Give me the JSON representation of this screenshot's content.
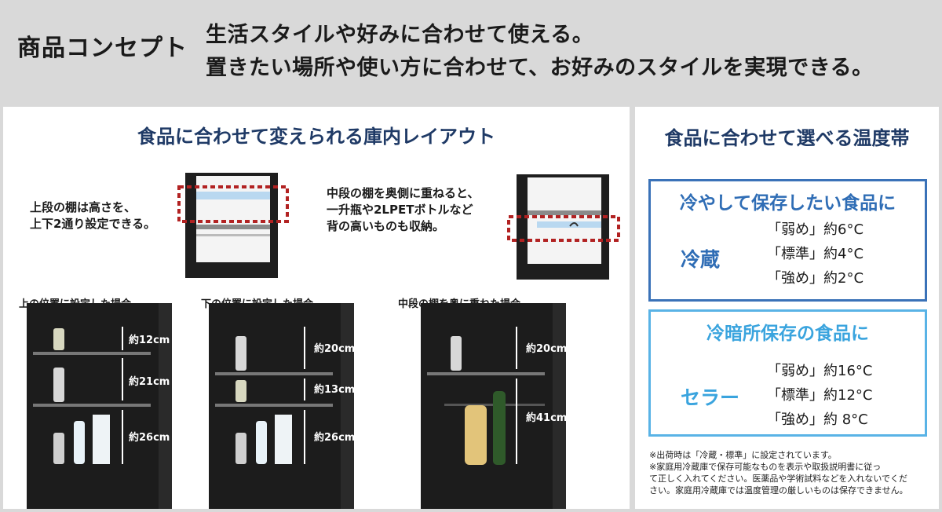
{
  "header": {
    "title": "商品コンセプト",
    "line1": "生活スタイルや好みに合わせて使える。",
    "line2": "置きたい場所や使い方に合わせて、お好みのスタイルを実現できる。"
  },
  "layout_section": {
    "title": "食品に合わせて変えられる庫内レイアウト",
    "note_upper_shelf": [
      "上段の棚は高さを、",
      "上下2通り設定できる。"
    ],
    "note_middle_shelf": [
      "中段の棚を奥側に重ねると、",
      "一升瓶や2LPETボトルなど",
      "背の高いものも収納。"
    ],
    "configs": [
      {
        "caption": "上の位置に設定した場合",
        "heights": [
          "約12cm",
          "約21cm",
          "約26cm"
        ]
      },
      {
        "caption": "下の位置に設定した場合",
        "heights": [
          "約20cm",
          "約13cm",
          "約26cm"
        ]
      },
      {
        "caption": "中段の棚を奥に重ねた場合",
        "heights": [
          "約20cm",
          "約41cm"
        ]
      }
    ]
  },
  "temperature_section": {
    "title": "食品に合わせて選べる温度帯",
    "fridge": {
      "heading": "冷やして保存したい食品に",
      "mode": "冷蔵",
      "temps": [
        "「弱め」約6°C",
        "「標準」約4°C",
        "「強め」約2°C"
      ]
    },
    "cellar": {
      "heading": "冷暗所保存の食品に",
      "mode": "セラー",
      "temps": [
        "「弱め」約16°C",
        "「標準」約12°C",
        "「強め」約 8°C"
      ]
    },
    "footnotes": [
      "※出荷時は「冷蔵・標準」に設定されています。",
      "※家庭用冷蔵庫で保存可能なものを表示や取扱説明書に従っ",
      "て正しく入れてください。医薬品や学術試料などを入れないでくだ",
      "さい。家庭用冷蔵庫では温度管理の厳しいものは保存できません。"
    ]
  },
  "colors": {
    "navy": "#1f3a66",
    "fridge_blue": "#2f6db5",
    "cellar_blue": "#3aa4de",
    "highlight_red": "#b22222",
    "cabinet_black": "#1c1c1c"
  }
}
